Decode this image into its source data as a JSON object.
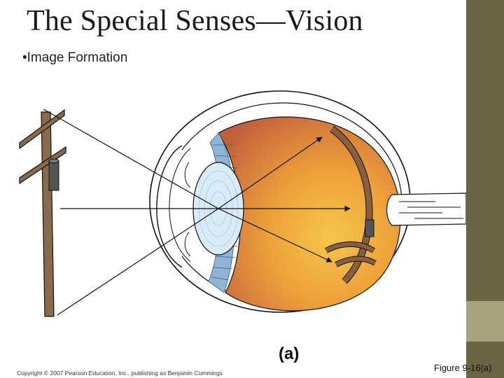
{
  "slide": {
    "title": "The Special Senses—Vision",
    "bullet": "Image Formation"
  },
  "figure": {
    "panel_label": "(a)",
    "copyright": "Copyright © 2007 Pearson Education, Inc., publishing as Benjamin Cummings",
    "reference": "Figure 9-16(a)"
  },
  "colors": {
    "accent_dark": "#6b6443",
    "accent_light": "#a7a27d",
    "pole": "#8a6a4a",
    "lens": "#d9ebf7",
    "iris": "#8fb5d6",
    "retina_outer": "#c9673f",
    "retina_inner": "#f1b23a",
    "image_arc": "#8b5e3c"
  }
}
